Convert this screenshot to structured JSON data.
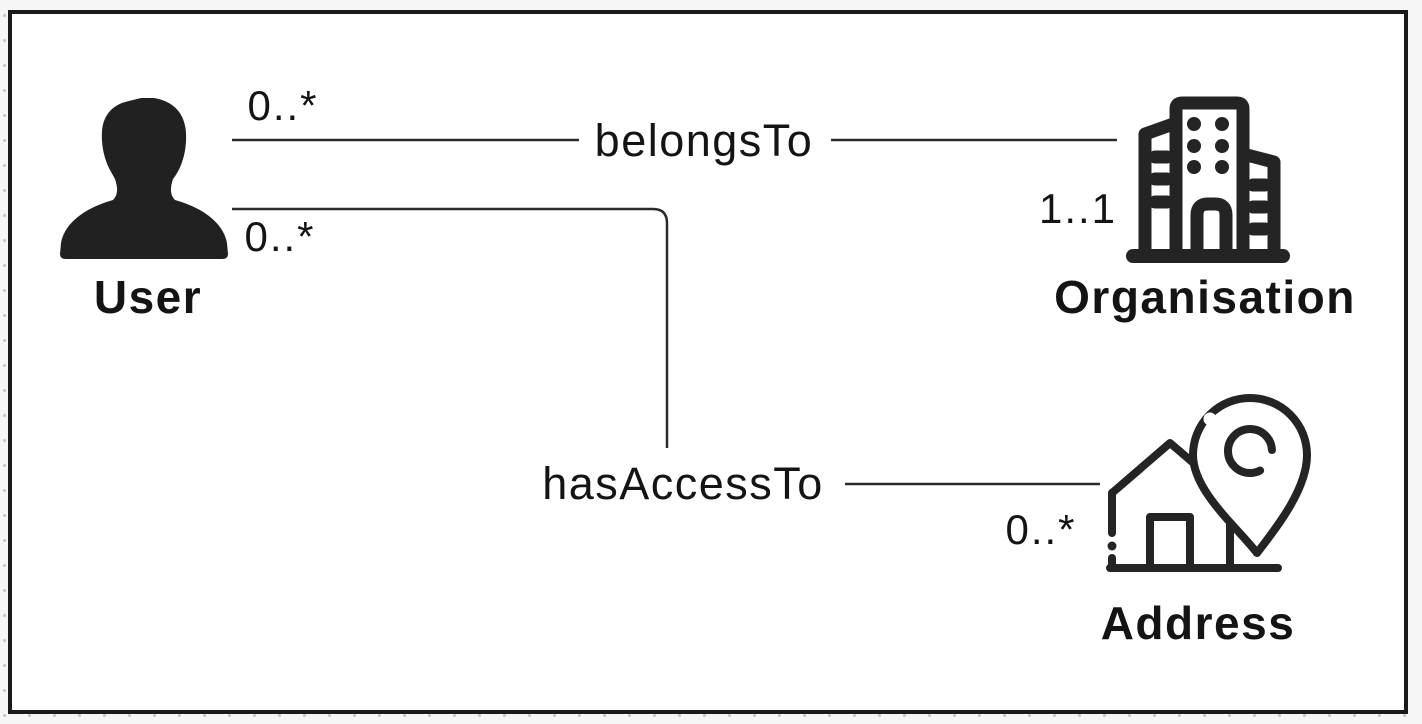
{
  "app": {
    "type": "entity-relationship-diagram"
  },
  "canvas": {
    "background": "#ffffff",
    "border_color": "#1a1a1a",
    "outer_background": "#f6f6f6",
    "grid_tick_color": "#c6c6c6"
  },
  "diagram": {
    "ink_color": "#1c1c1c",
    "line_color": "#2b2b2b",
    "entities": [
      {
        "id": "user",
        "label": "User",
        "icon": "user-person-icon"
      },
      {
        "id": "organisation",
        "label": "Organisation",
        "icon": "organisation-building-icon"
      },
      {
        "id": "address",
        "label": "Address",
        "icon": "address-house-location-pin-icon"
      }
    ],
    "relations": [
      {
        "label": "belongsTo",
        "from": "User",
        "to": "Organisation",
        "from_multiplicity": "0..*",
        "to_multiplicity": "1..1"
      },
      {
        "label": "hasAccessTo",
        "from": "User",
        "to": "Address",
        "from_multiplicity": "0..*",
        "to_multiplicity": "0..*"
      }
    ]
  }
}
